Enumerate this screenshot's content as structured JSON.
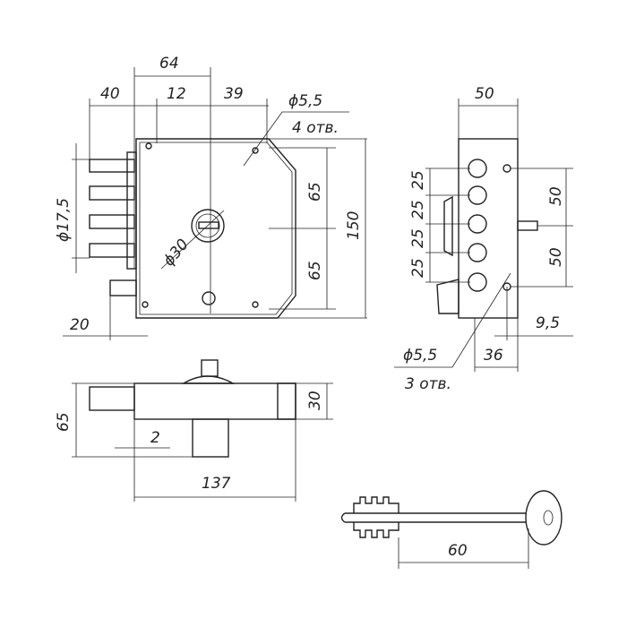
{
  "front_view": {
    "dim_64": "64",
    "dim_40": "40",
    "dim_12": "12",
    "dim_39": "39",
    "dim_hole": "ϕ5,5",
    "hole_count": "4 отв.",
    "dim_65_top": "65",
    "dim_65_bottom": "65",
    "dim_150": "150",
    "dim_bolt": "ϕ17,5",
    "dim_cyl": "ϕ30",
    "dim_20": "20"
  },
  "side_view": {
    "dim_50_top": "50",
    "dim_25": [
      "25",
      "25",
      "25",
      "25"
    ],
    "dim_50_right_top": "50",
    "dim_50_right_bottom": "50",
    "dim_9_5": "9,5",
    "dim_36": "36",
    "dim_hole": "ϕ5,5",
    "hole_count": "3 отв."
  },
  "bottom_view": {
    "dim_65": "65",
    "dim_30": "30",
    "dim_2": "2",
    "dim_137": "137"
  },
  "key": {
    "dim_60": "60"
  }
}
